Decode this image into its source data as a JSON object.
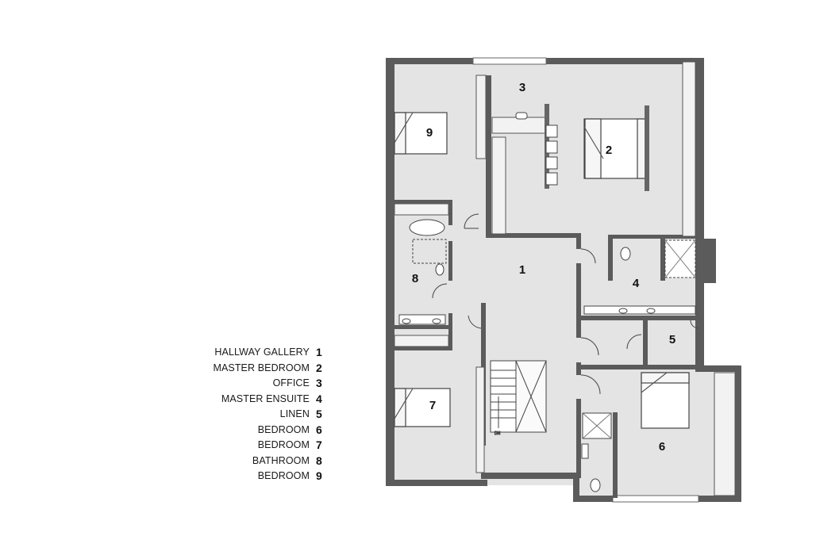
{
  "legend": [
    {
      "label": "HALLWAY GALLERY",
      "number": "1"
    },
    {
      "label": "MASTER BEDROOM",
      "number": "2"
    },
    {
      "label": "OFFICE",
      "number": "3"
    },
    {
      "label": "MASTER ENSUITE",
      "number": "4"
    },
    {
      "label": "LINEN",
      "number": "5"
    },
    {
      "label": "BEDROOM",
      "number": "6"
    },
    {
      "label": "BEDROOM",
      "number": "7"
    },
    {
      "label": "BATHROOM",
      "number": "8"
    },
    {
      "label": "BEDROOM",
      "number": "9"
    }
  ],
  "rooms": {
    "hallway": "1",
    "master_bedroom": "2",
    "office": "3",
    "master_ensuite": "4",
    "linen": "5",
    "bedroom_6": "6",
    "bedroom_7": "7",
    "bathroom": "8",
    "bedroom_9": "9"
  },
  "stair_note": "DN",
  "colors": {
    "wall": "#5b5b5b",
    "floor": "#e4e4e4",
    "line": "#444444"
  }
}
